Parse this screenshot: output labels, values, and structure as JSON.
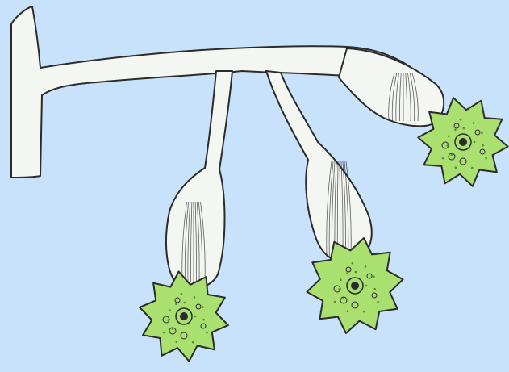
{
  "illustration": {
    "subject": "branching-stalk-with-three-spiky-cells",
    "palette": {
      "background": "#c9e2fb",
      "stalk_fill": "#f4f6f2",
      "outline": "#2b2b2b",
      "cell_fill": "#a9e06f",
      "cell_dots": "#5c8a3a"
    },
    "parts": {
      "main_stem": "main-stem",
      "branches": [
        "left-branch",
        "middle-branch",
        "right-branch"
      ],
      "cells": [
        "left-cell",
        "middle-cell",
        "right-cell"
      ]
    }
  }
}
